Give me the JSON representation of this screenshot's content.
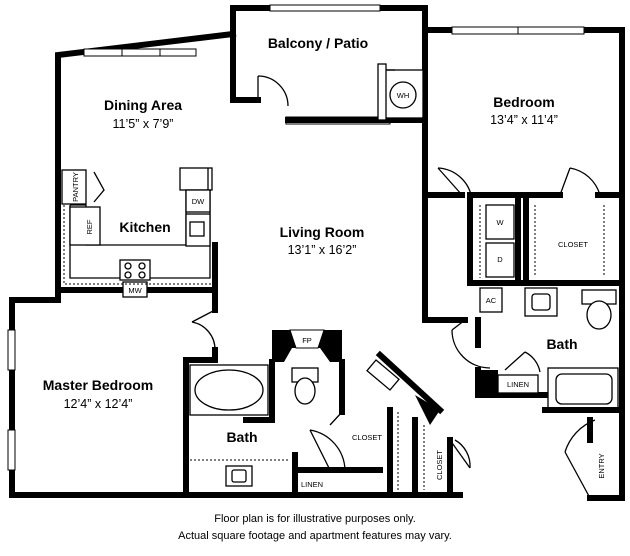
{
  "rooms": {
    "balcony": {
      "name": "Balcony / Patio"
    },
    "dining": {
      "name": "Dining Area",
      "dim": "11’5” x 7’9”"
    },
    "bedroom": {
      "name": "Bedroom",
      "dim": "13’4” x 11’4”"
    },
    "kitchen": {
      "name": "Kitchen"
    },
    "living": {
      "name": "Living Room",
      "dim": "13’1” x 16’2”"
    },
    "master": {
      "name": "Master Bedroom",
      "dim": "12’4” x 12’4”"
    },
    "bath_master": {
      "name": "Bath"
    },
    "bath_second": {
      "name": "Bath"
    }
  },
  "labels": {
    "wh": "WH",
    "pantry": "PANTRY",
    "dw": "DW",
    "ref": "REF",
    "mw": "MW",
    "w": "W",
    "d": "D",
    "closet_bedroom": "CLOSET",
    "ac": "AC",
    "linen_second": "LINEN",
    "fp": "FP",
    "closet_master": "CLOSET",
    "closet_hall": "CLOSET",
    "linen_master": "LINEN",
    "entry": "ENTRY"
  },
  "footer": {
    "line1": "Floor plan is for illustrative purposes only.",
    "line2": "Actual square footage and apartment features may vary."
  }
}
